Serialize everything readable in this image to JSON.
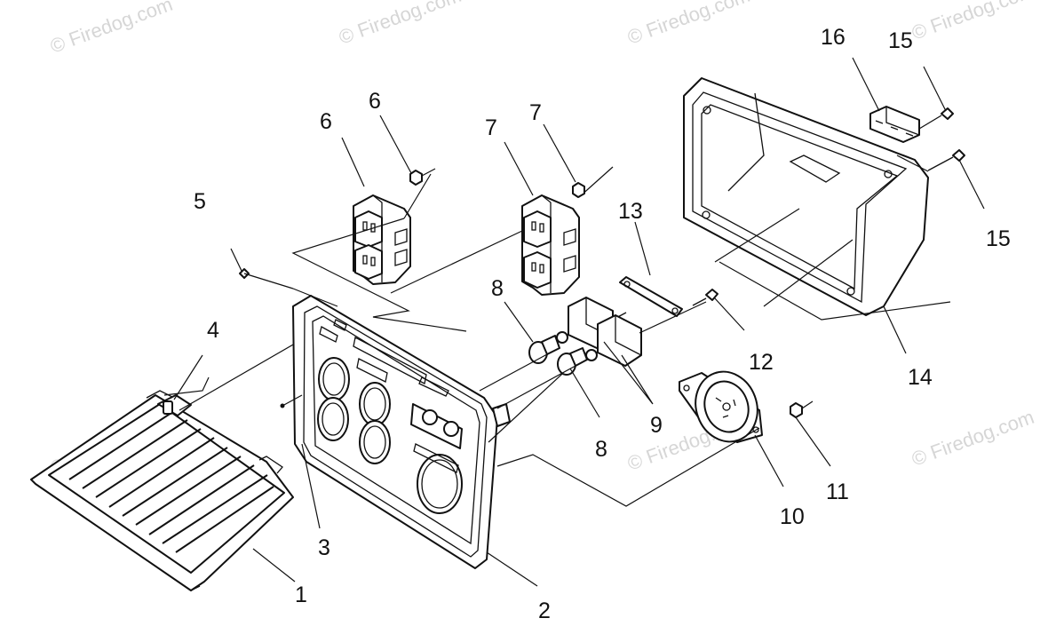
{
  "watermark": "© Firedog.com",
  "callouts": [
    {
      "id": "c1",
      "text": "1"
    },
    {
      "id": "c2",
      "text": "2"
    },
    {
      "id": "c3",
      "text": "3"
    },
    {
      "id": "c4",
      "text": "4"
    },
    {
      "id": "c5",
      "text": "5"
    },
    {
      "id": "c6a",
      "text": "6"
    },
    {
      "id": "c6b",
      "text": "6"
    },
    {
      "id": "c7a",
      "text": "7"
    },
    {
      "id": "c7b",
      "text": "7"
    },
    {
      "id": "c8a",
      "text": "8"
    },
    {
      "id": "c8b",
      "text": "8"
    },
    {
      "id": "c9",
      "text": "9"
    },
    {
      "id": "c10",
      "text": "10"
    },
    {
      "id": "c11",
      "text": "11"
    },
    {
      "id": "c12",
      "text": "12"
    },
    {
      "id": "c13",
      "text": "13"
    },
    {
      "id": "c14",
      "text": "14"
    },
    {
      "id": "c15a",
      "text": "15"
    },
    {
      "id": "c15b",
      "text": "15"
    },
    {
      "id": "c16",
      "text": "16"
    }
  ]
}
